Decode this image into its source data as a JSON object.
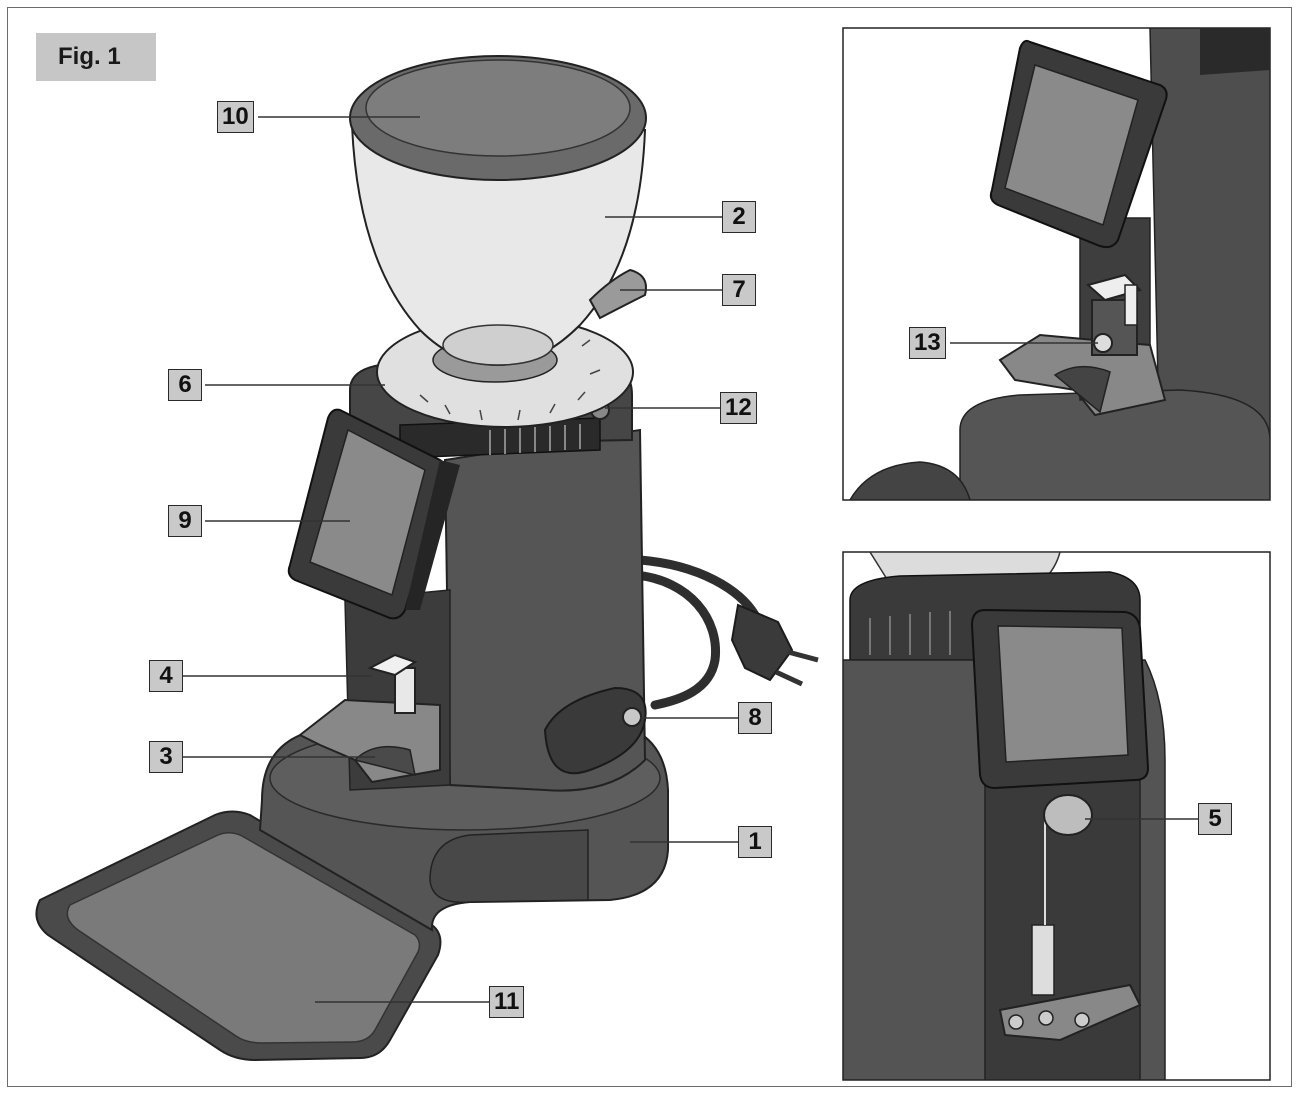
{
  "figure": {
    "label": "Fig. 1"
  },
  "callouts": [
    {
      "id": "c10",
      "text": "10"
    },
    {
      "id": "c2",
      "text": "2"
    },
    {
      "id": "c7",
      "text": "7"
    },
    {
      "id": "c6",
      "text": "6"
    },
    {
      "id": "c12",
      "text": "12"
    },
    {
      "id": "c9",
      "text": "9"
    },
    {
      "id": "c4",
      "text": "4"
    },
    {
      "id": "c8",
      "text": "8"
    },
    {
      "id": "c3",
      "text": "3"
    },
    {
      "id": "c1",
      "text": "1"
    },
    {
      "id": "c11",
      "text": "11"
    },
    {
      "id": "c13",
      "text": "13"
    },
    {
      "id": "c5",
      "text": "5"
    }
  ],
  "colors": {
    "body": "#5a5a5a",
    "body_dark": "#3e3e3e",
    "hopper": "#e6e6e6",
    "lid": "#6a6a6a",
    "screen": "#8a8a8a",
    "callout_fill": "#c9c9c9",
    "frame": "#6b6b6b"
  }
}
